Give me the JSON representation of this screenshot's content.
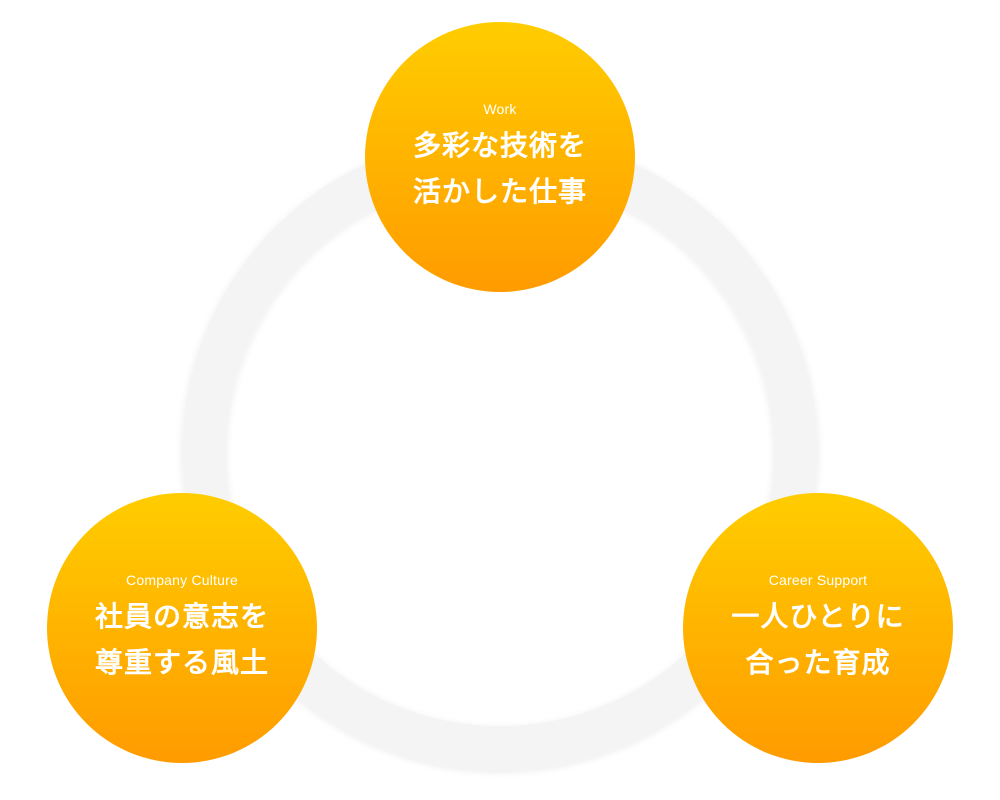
{
  "diagram": {
    "nodes": [
      {
        "id": "work",
        "label": "Work",
        "title_line1": "多彩な技術を",
        "title_line2": "活かした仕事"
      },
      {
        "id": "company-culture",
        "label": "Company Culture",
        "title_line1": "社員の意志を",
        "title_line2": "尊重する風土"
      },
      {
        "id": "career-support",
        "label": "Career Support",
        "title_line1": "一人ひとりに",
        "title_line2": "合った育成"
      }
    ],
    "colors": {
      "node_top": "#ffcd00",
      "node_bottom": "#ff9b00",
      "node_text": "#ffffff",
      "ring": "#f4f4f4",
      "background": "#ffffff"
    }
  }
}
